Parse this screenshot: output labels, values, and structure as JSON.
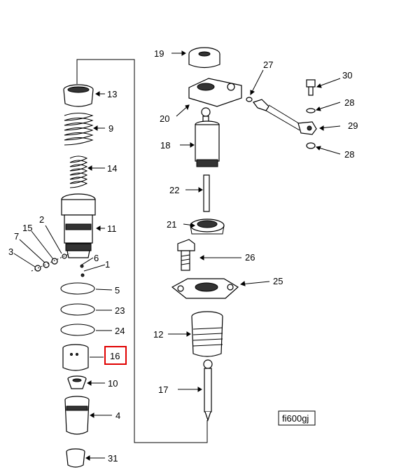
{
  "diagram": {
    "figure_id": "fi600gj",
    "highlighted_label": "16",
    "labels": {
      "p1": "1",
      "p2": "2",
      "p3": "3",
      "p4": "4",
      "p5": "5",
      "p6": "6",
      "p7": "7",
      "p9": "9",
      "p10": "10",
      "p11": "11",
      "p12": "12",
      "p13": "13",
      "p14": "14",
      "p15": "15",
      "p16": "16",
      "p17": "17",
      "p18": "18",
      "p19": "19",
      "p20": "20",
      "p21": "21",
      "p22": "22",
      "p23": "23",
      "p24": "24",
      "p25": "25",
      "p26": "26",
      "p27": "27",
      "p28a": "28",
      "p28b": "28",
      "p29": "29",
      "p30": "30",
      "p31": "31"
    },
    "colors": {
      "highlight": "#e00000",
      "ink": "#000000"
    }
  }
}
